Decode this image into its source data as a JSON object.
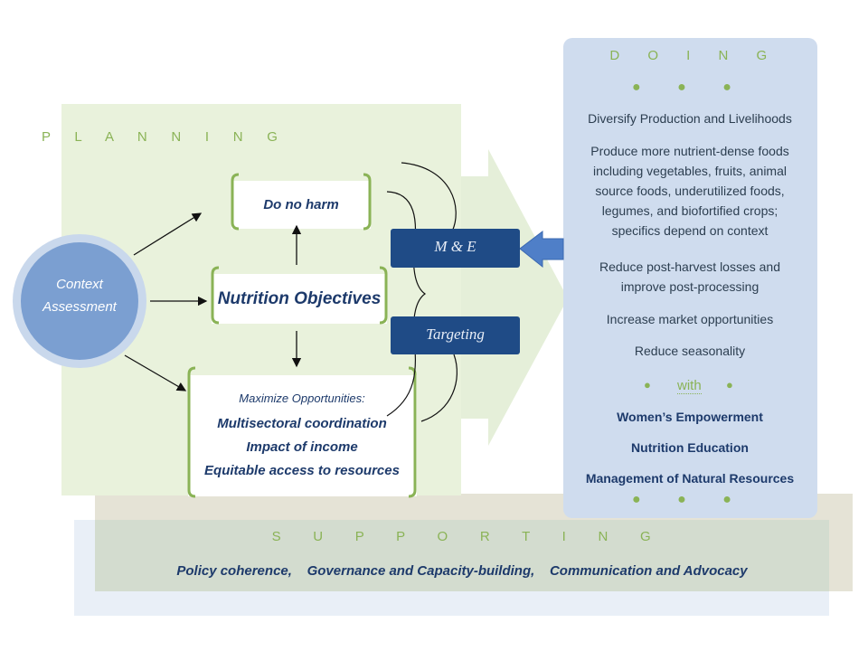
{
  "planning": {
    "title": "P L A N N I N G"
  },
  "context": {
    "line1": "Context",
    "line2": "Assessment"
  },
  "boxes": {
    "do_no_harm": "Do no harm",
    "nutrition_objectives": "Nutrition Objectives",
    "maximize": {
      "heading": "Maximize Opportunities:",
      "lines": [
        "Multisectoral coordination",
        "Impact of income",
        "Equitable access to resources"
      ]
    }
  },
  "me": {
    "label": "M & E"
  },
  "targeting": {
    "label": "Targeting"
  },
  "doing": {
    "title": "D O I N G",
    "items": [
      "Diversify Production and Livelihoods",
      "Produce more nutrient-dense foods including vegetables, fruits, animal source foods, underutilized foods, legumes, and biofortified crops; specifics depend on context",
      "Reduce post-harvest losses and improve post-processing",
      "Increase market opportunities",
      "Reduce seasonality"
    ],
    "with_label": "with",
    "emphasis": [
      "Women’s Empowerment",
      "Nutrition Education",
      "Management of Natural Resources"
    ]
  },
  "supporting": {
    "title": "S U P P O R T I N G",
    "items": "Policy coherence,    Governance and Capacity-building,    Communication and Advocacy"
  },
  "colors": {
    "planning_bg": "#e9f2dc",
    "doing_bg": "#cfdcee",
    "accent_green": "#8ab356",
    "navy": "#1f4b86",
    "circle": "#7b9fd1"
  }
}
